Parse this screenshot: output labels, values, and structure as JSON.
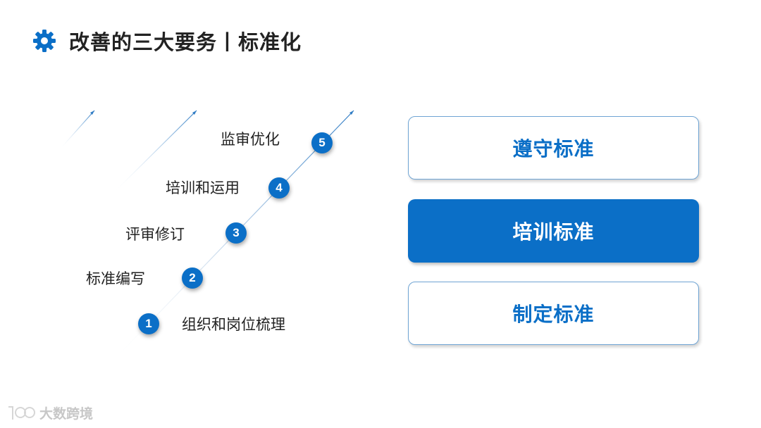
{
  "header": {
    "title": "改善的三大要务丨标准化",
    "icon": "gear-icon",
    "accent_color": "#0b6fc7"
  },
  "steps": [
    {
      "number": "1",
      "label": "组织和岗位梳理"
    },
    {
      "number": "2",
      "label": "标准编写"
    },
    {
      "number": "3",
      "label": "评审修订"
    },
    {
      "number": "4",
      "label": "培训和运用"
    },
    {
      "number": "5",
      "label": "监审优化"
    }
  ],
  "standards": [
    {
      "label": "遵守标准",
      "style": "outline"
    },
    {
      "label": "培训标准",
      "style": "filled"
    },
    {
      "label": "制定标准",
      "style": "outline"
    }
  ],
  "watermark": {
    "text": "大数跨境"
  }
}
